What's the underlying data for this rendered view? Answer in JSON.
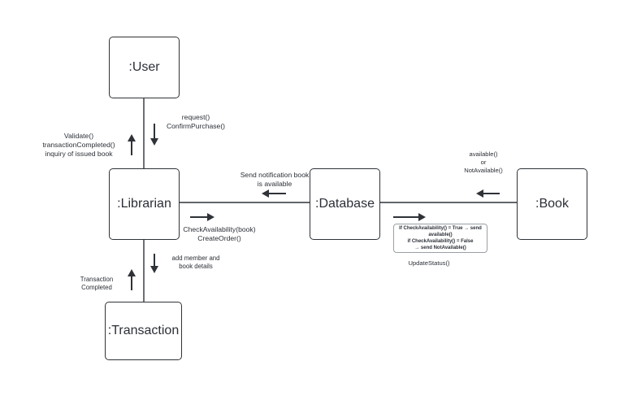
{
  "nodes": {
    "user": ":User",
    "librarian": ":Librarian",
    "database": ":Database",
    "book": ":Book",
    "transaction": ":Transaction"
  },
  "messages": {
    "user_to_librarian": [
      "request()",
      "ConfirmPurchase()"
    ],
    "librarian_to_user": [
      "Validate()",
      "transactionCompleted()",
      "inquiry of issued book"
    ],
    "database_to_librarian": [
      "Send notification book",
      "is available"
    ],
    "librarian_to_database": [
      "CheckAvailability(book)",
      "CreateOrder()"
    ],
    "book_to_database": [
      "available()",
      "or",
      "NotAvailable()"
    ],
    "database_to_book_note": [
      "If CheckAvailability() = True  → send",
      "available()",
      "if CheckAvailability() = False",
      "→ send NotAvailable()"
    ],
    "database_to_book": "UpdateStatus()",
    "librarian_to_transaction": [
      "add member and",
      "book details"
    ],
    "transaction_to_librarian": [
      "Transaction",
      "Completed"
    ]
  }
}
